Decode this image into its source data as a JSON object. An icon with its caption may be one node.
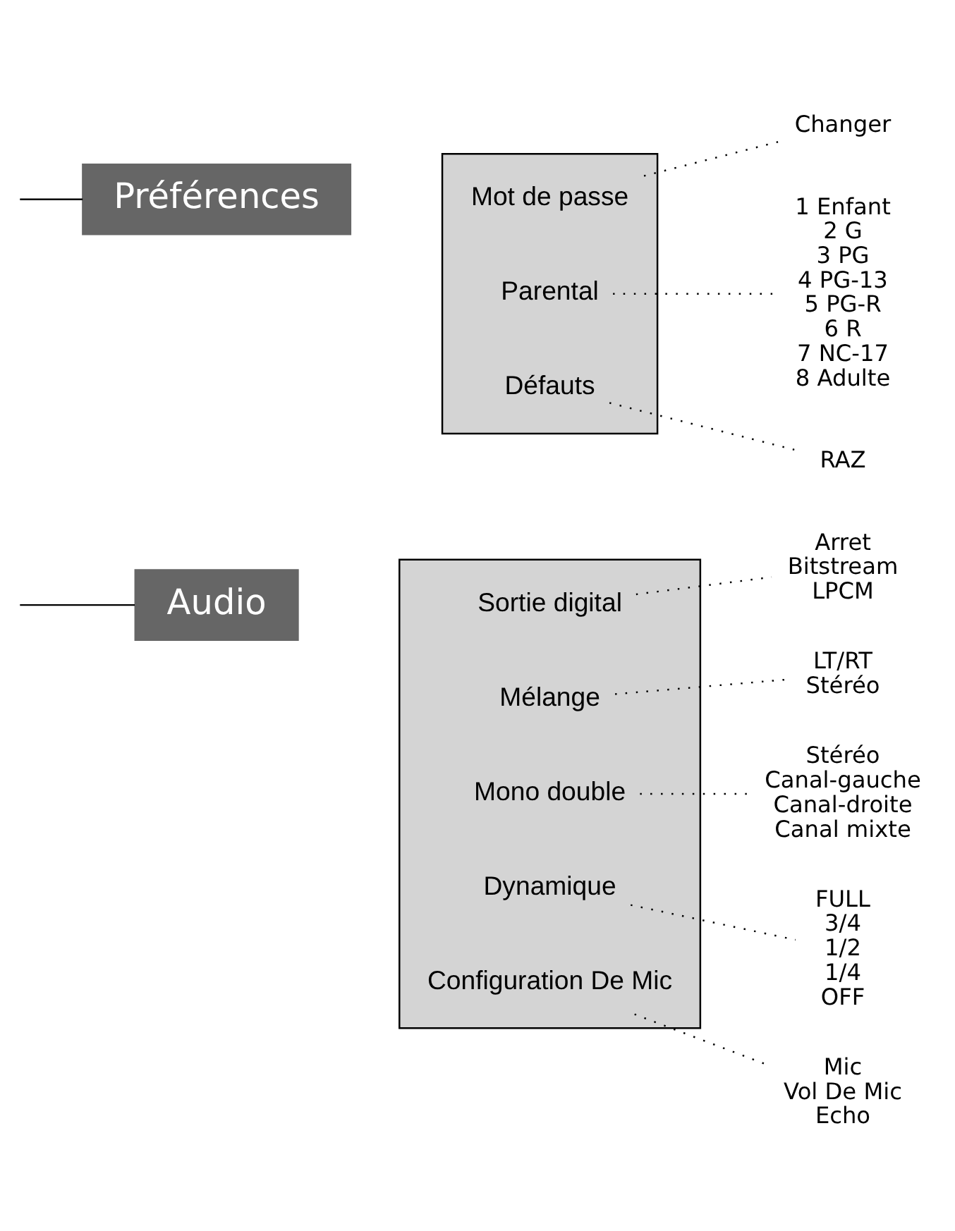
{
  "diagram": {
    "nodes": [
      {
        "text": [
          "Audio"
        ]
      },
      {
        "text": [],
        "shape": "box"
      },
      {
        "text": [
          "Sortie digital"
        ],
        "in": 1
      },
      {
        "text": [
          "Arret",
          "Bitstream",
          "LPCM"
        ]
      },
      {
        "text": [
          "Mélange"
        ],
        "in": 1
      },
      {
        "text": [
          "LT/RT",
          "Stéréo"
        ]
      },
      {
        "text": [
          "Mono double"
        ],
        "in": 1
      },
      {
        "text": [
          "Stéréo",
          "Canal-gauche",
          "Canal-droite",
          "Canal mixte"
        ]
      },
      {
        "text": [
          "Dynamique"
        ],
        "in": 1
      },
      {
        "text": [
          "FULL",
          "3/4",
          "1/2",
          "1/4",
          "OFF"
        ]
      },
      {
        "text": [
          "Configuration De Mic"
        ],
        "in": 1
      },
      {
        "text": [
          "Mic",
          "Vol De Mic",
          "Echo"
        ]
      },
      {
        "text": [
          "Préférences"
        ]
      },
      {
        "text": [],
        "shape": "box"
      },
      {
        "text": [
          "Mot de passe"
        ],
        "in": 13
      },
      {
        "text": [
          "Changer"
        ]
      },
      {
        "text": [
          "Parental"
        ],
        "in": 13
      },
      {
        "text": [
          "1 Enfant",
          "2 G",
          "3 PG",
          "4 PG-13",
          "5 PG-R",
          "6 R",
          "7 NC-17",
          "8 Adulte"
        ]
      },
      {
        "text": [
          "Défauts"
        ],
        "in": 13
      },
      {
        "text": [
          "RAZ"
        ]
      }
    ],
    "edges": [
      {
        "from": null,
        "to": 0,
        "arrow": "none"
      },
      {
        "from": null,
        "to": 12,
        "arrow": "none"
      },
      {
        "from": 2,
        "to": 3,
        "arrow": "none",
        "style": "dashed"
      },
      {
        "from": 4,
        "to": 5,
        "arrow": "none",
        "style": "dashed"
      },
      {
        "from": 6,
        "to": 7,
        "arrow": "none",
        "style": "dashed"
      },
      {
        "from": 8,
        "to": 9,
        "arrow": "none",
        "style": "dashed"
      },
      {
        "from": 10,
        "to": 11,
        "arrow": "none",
        "style": "dashed"
      },
      {
        "from": 14,
        "to": 15,
        "arrow": "none",
        "style": "dashed"
      },
      {
        "from": 16,
        "to": 17,
        "arrow": "none",
        "style": "dashed"
      },
      {
        "from": 18,
        "to": 19,
        "arrow": "none",
        "style": "dashed"
      }
    ]
  }
}
